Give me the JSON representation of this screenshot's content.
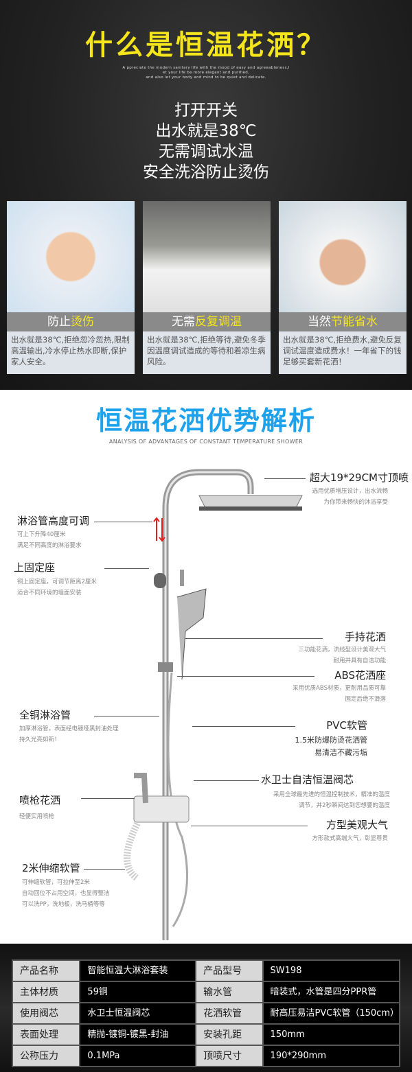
{
  "hero": {
    "title": "什么是恒温花洒？",
    "english": [
      "A ppreciate the modern sanitary life with the mood of easy and agreeableness,l",
      "et your life be more elegant and purified,",
      "and also let your body and mind to be quiet and delicate."
    ],
    "slogan": [
      "打开开关",
      "出水就是38℃",
      "无需调试水温",
      "安全洗浴防止烫伤"
    ]
  },
  "cards": [
    {
      "label_plain": "防止",
      "label_highlight": "烫伤",
      "desc": "出水就是38℃,拒绝忽冷忽热,限制高温输出,冷水停止热水即断,保护家人安全。"
    },
    {
      "label_plain": "无需",
      "label_highlight": "反复调温",
      "desc": "出水就是38℃,拒绝等待,避免冬季因温度调试造成的等待和着凉生病风险。"
    },
    {
      "label_plain": "当然",
      "label_highlight": "节能省水",
      "desc": "出水就是38℃,拒绝费水,避免反复调试温度造成费水！一年省下的钱足够买套新花洒！"
    }
  ],
  "analysis": {
    "title": "恒温花洒优势解析",
    "subtitle": "ANALYSIS OF ADVANTAGES OF CONSTANT TEMPERATURE SHOWER",
    "features": [
      {
        "title": "超大19*29CM寸顶喷",
        "lines": [
          "选用优质增压设计，出水流畅",
          "为你带来畅快的沐浴享受"
        ]
      },
      {
        "title": "淋浴管高度可调",
        "lines": [
          "可上下升降40厘米",
          "满足不同高度的淋浴要求"
        ]
      },
      {
        "title": "上固定座",
        "lines": [
          "铜上固定座，可调节距离2厘米",
          "适合不同环境的墙面安装"
        ]
      },
      {
        "title": "手持花洒",
        "lines": [
          "三功能花洒，流线型设计美观大气",
          "耐用并具有自洁功能"
        ]
      },
      {
        "title": "ABS花洒座",
        "lines": [
          "采用优质ABS材质，更耐用品质可靠",
          "固定后绝不滑落"
        ]
      },
      {
        "title": "全铜淋浴管",
        "lines": [
          "加厚淋浴管，表面经电镀哑黑封油处理",
          "持久光亮如新！"
        ]
      },
      {
        "title": "PVC软管",
        "lines": [
          "1.5米防爆防烫花洒管",
          "易清洁不藏污垢"
        ]
      },
      {
        "title": "水卫士自洁恒温阀芯",
        "lines": [
          "采用全球最先进的恒温控制技术，精准的温度",
          "调节，并2秒瞬间达到您想要的温度"
        ]
      },
      {
        "title": "喷枪花洒",
        "lines": [
          "轻便实用喷枪"
        ]
      },
      {
        "title": "方型美观大气",
        "lines": [
          "方形款式高端大气，彰显尊贵"
        ]
      },
      {
        "title": "2米伸缩软管",
        "lines": [
          "可伸缩软管，可拉伸至2米",
          "自动回位不占用空间，也显得整洁",
          "可以洗PP，洗地板，洗马桶等等"
        ]
      }
    ]
  },
  "specs": [
    [
      "产品名称",
      "智能恒温大淋浴套装",
      "产品型号",
      "SW198"
    ],
    [
      "主体材质",
      "59铜",
      "输水管",
      "暗装式，水管是四分PPR管"
    ],
    [
      "使用阀芯",
      "水卫士恒温阀芯",
      "花洒软管",
      "耐高压易洁PVC软管（150cm）"
    ],
    [
      "表面处理",
      "精抛-镀铜-镀黑-封油",
      "安装孔距",
      "150mm"
    ],
    [
      "公称压力",
      "0.1MPa",
      "顶喷尺寸",
      "190*290mm"
    ]
  ],
  "colors": {
    "yellow": "#f5e51b",
    "blue": "#1ea2ec"
  }
}
